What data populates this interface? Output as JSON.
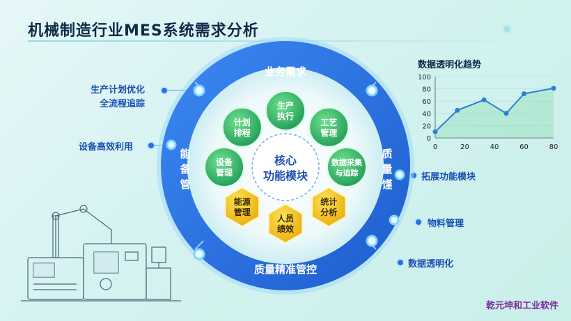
{
  "title": "机械制造行业MES系统需求分析",
  "ring": {
    "top": "业务需求",
    "bottom": "质量精准管控",
    "left": [
      "能",
      "备",
      "管"
    ],
    "right": [
      "质",
      "量",
      "馑"
    ]
  },
  "core": [
    "核心",
    "功能模块"
  ],
  "modules": [
    {
      "lines": [
        "生产",
        "执行"
      ],
      "shape": "circle"
    },
    {
      "lines": [
        "工艺",
        "管理"
      ],
      "shape": "circle"
    },
    {
      "lines": [
        "数据采集",
        "与追踪"
      ],
      "shape": "circle"
    },
    {
      "lines": [
        "统计",
        "分析"
      ],
      "shape": "hex"
    },
    {
      "lines": [
        "人员",
        "绩效"
      ],
      "shape": "hex"
    },
    {
      "lines": [
        "能源",
        "管理"
      ],
      "shape": "hex"
    },
    {
      "lines": [
        "设备",
        "管理"
      ],
      "shape": "circle"
    },
    {
      "lines": [
        "计划",
        "排程"
      ],
      "shape": "circle"
    }
  ],
  "left_labels": {
    "a1": "生产计划优化",
    "a2": "全流程追踪",
    "b": "设备高效利用"
  },
  "right_labels": {
    "a": "拓展功能模块",
    "b": "物料管理",
    "c": "数据透明化"
  },
  "watermark": "乾元坤和工业软件",
  "colors": {
    "ring": "#2a6fe0",
    "module_green": "#2fb36a",
    "module_yellow": "#f2c21a",
    "title": "#0f2a4a"
  },
  "chart_data": {
    "type": "line",
    "title": "数据透明化趋势",
    "x": [
      0,
      15,
      33,
      48,
      60,
      80
    ],
    "y": [
      10,
      45,
      62,
      40,
      72,
      81
    ],
    "xticks": [
      0,
      20,
      40,
      60,
      80
    ],
    "yticks": [
      0,
      20,
      40,
      60,
      80,
      100
    ],
    "xlim": [
      0,
      80
    ],
    "ylim": [
      0,
      100
    ],
    "grid": true,
    "color": "#2a7fd6"
  }
}
